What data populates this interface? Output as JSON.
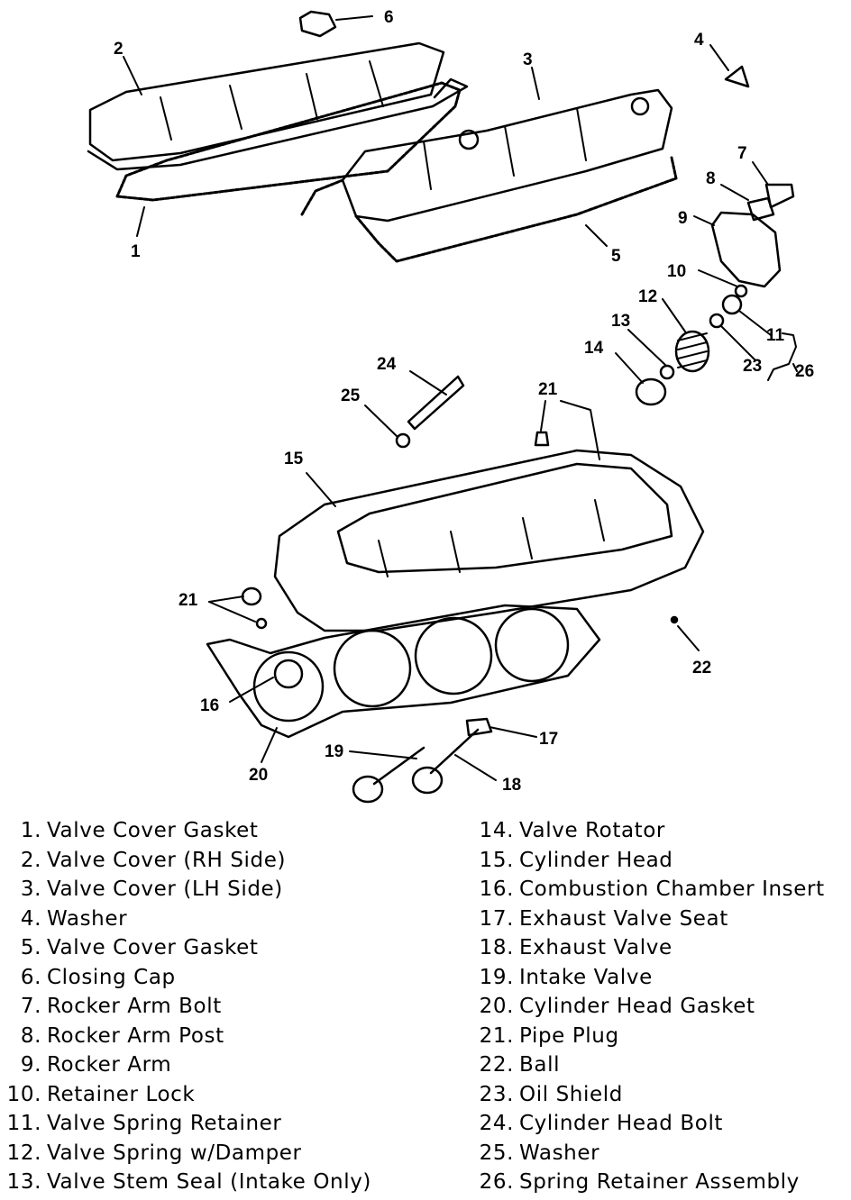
{
  "callouts": [
    "1",
    "2",
    "3",
    "4",
    "5",
    "6",
    "7",
    "8",
    "9",
    "10",
    "11",
    "12",
    "13",
    "14",
    "15",
    "16",
    "17",
    "18",
    "19",
    "20",
    "21",
    "21",
    "22",
    "23",
    "24",
    "25",
    "26"
  ],
  "legend": {
    "left": [
      {
        "num": "1.",
        "text": "Valve Cover Gasket"
      },
      {
        "num": "2.",
        "text": "Valve Cover (RH Side)"
      },
      {
        "num": "3.",
        "text": "Valve Cover (LH Side)"
      },
      {
        "num": "4.",
        "text": "Washer"
      },
      {
        "num": "5.",
        "text": "Valve Cover Gasket"
      },
      {
        "num": "6.",
        "text": "Closing Cap"
      },
      {
        "num": "7.",
        "text": "Rocker Arm Bolt"
      },
      {
        "num": "8.",
        "text": "Rocker Arm Post"
      },
      {
        "num": "9.",
        "text": "Rocker Arm"
      },
      {
        "num": "10.",
        "text": "Retainer Lock"
      },
      {
        "num": "11.",
        "text": "Valve Spring Retainer"
      },
      {
        "num": "12.",
        "text": "Valve Spring w/Damper"
      },
      {
        "num": "13.",
        "text": "Valve Stem Seal (Intake Only)"
      }
    ],
    "right": [
      {
        "num": "14.",
        "text": "Valve Rotator"
      },
      {
        "num": "15.",
        "text": "Cylinder Head"
      },
      {
        "num": "16.",
        "text": "Combustion Chamber Insert"
      },
      {
        "num": "17.",
        "text": "Exhaust Valve Seat"
      },
      {
        "num": "18.",
        "text": "Exhaust Valve"
      },
      {
        "num": "19.",
        "text": "Intake Valve"
      },
      {
        "num": "20.",
        "text": "Cylinder Head Gasket"
      },
      {
        "num": "21.",
        "text": "Pipe Plug"
      },
      {
        "num": "22.",
        "text": "Ball"
      },
      {
        "num": "23.",
        "text": "Oil Shield"
      },
      {
        "num": "24.",
        "text": "Cylinder Head Bolt"
      },
      {
        "num": "25.",
        "text": "Washer"
      },
      {
        "num": "26.",
        "text": "Spring Retainer Assembly"
      }
    ]
  }
}
